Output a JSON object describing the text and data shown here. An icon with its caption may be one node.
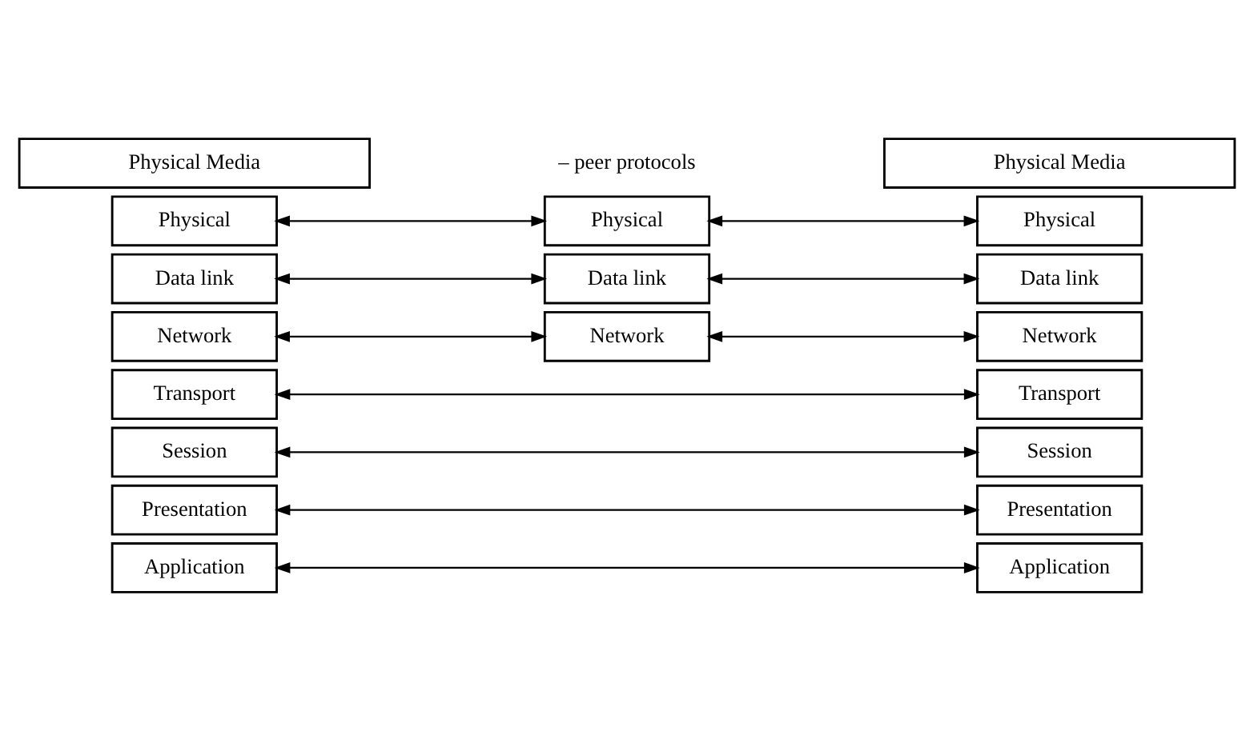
{
  "diagram": {
    "nodes": [
      {
        "text": [
          "Application"
        ]
      },
      {
        "text": [
          "Presentation"
        ]
      },
      {
        "text": [
          "Session"
        ]
      },
      {
        "text": [
          "Transport"
        ]
      },
      {
        "text": [
          "Network"
        ]
      },
      {
        "text": [
          "Data link"
        ]
      },
      {
        "text": [
          "Physical"
        ]
      },
      {
        "text": [
          "Network"
        ]
      },
      {
        "text": [
          "Data link"
        ]
      },
      {
        "text": [
          "Physical"
        ]
      },
      {
        "text": [
          "Application"
        ]
      },
      {
        "text": [
          "Presentation"
        ]
      },
      {
        "text": [
          "Session"
        ]
      },
      {
        "text": [
          "Transport"
        ]
      },
      {
        "text": [
          "Network"
        ]
      },
      {
        "text": [
          "Data link"
        ]
      },
      {
        "text": [
          "Physical"
        ]
      },
      {
        "text": [
          "Physical Media"
        ]
      },
      {
        "text": [
          "Physical Media"
        ]
      }
    ],
    "edges": [
      {
        "from": 0,
        "to": 10,
        "arrow": "both"
      },
      {
        "from": 1,
        "to": 11,
        "arrow": "both"
      },
      {
        "from": 2,
        "to": 12,
        "arrow": "both"
      },
      {
        "from": 3,
        "to": 13,
        "arrow": "both"
      },
      {
        "from": 4,
        "to": 7,
        "arrow": "both"
      },
      {
        "from": 7,
        "to": 14,
        "arrow": "both"
      },
      {
        "from": 5,
        "to": 8,
        "arrow": "both"
      },
      {
        "from": 8,
        "to": 15,
        "arrow": "both"
      },
      {
        "from": 6,
        "to": 9,
        "arrow": "both"
      },
      {
        "from": 9,
        "to": 16,
        "arrow": "both"
      }
    ],
    "legend": [
      {
        "text": "– peer protocols"
      }
    ]
  }
}
